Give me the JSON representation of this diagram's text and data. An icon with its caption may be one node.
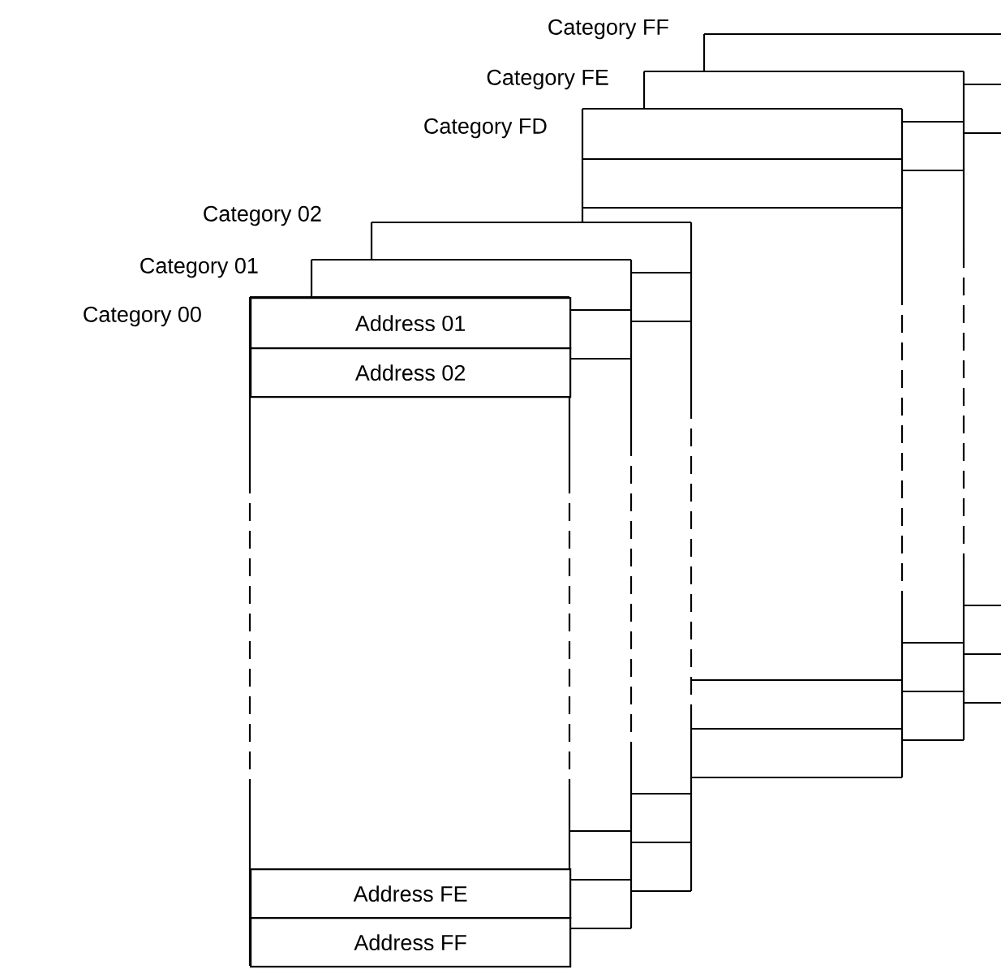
{
  "diagram": {
    "nodes": [
      {
        "text": [
          "Category FF"
        ]
      },
      {
        "text": [
          "Category FE"
        ]
      },
      {
        "text": [
          "Category FD"
        ]
      },
      {
        "text": [
          "Category 02"
        ]
      },
      {
        "text": [
          "Category 01"
        ]
      },
      {
        "text": [
          "Category 00"
        ]
      },
      {
        "text": [
          "Address 01"
        ],
        "in": 5
      },
      {
        "text": [
          "Address 02"
        ],
        "in": 5
      },
      {
        "text": [
          "Address FE"
        ],
        "in": 5
      },
      {
        "text": [
          "Address FF"
        ],
        "in": 5
      }
    ]
  }
}
